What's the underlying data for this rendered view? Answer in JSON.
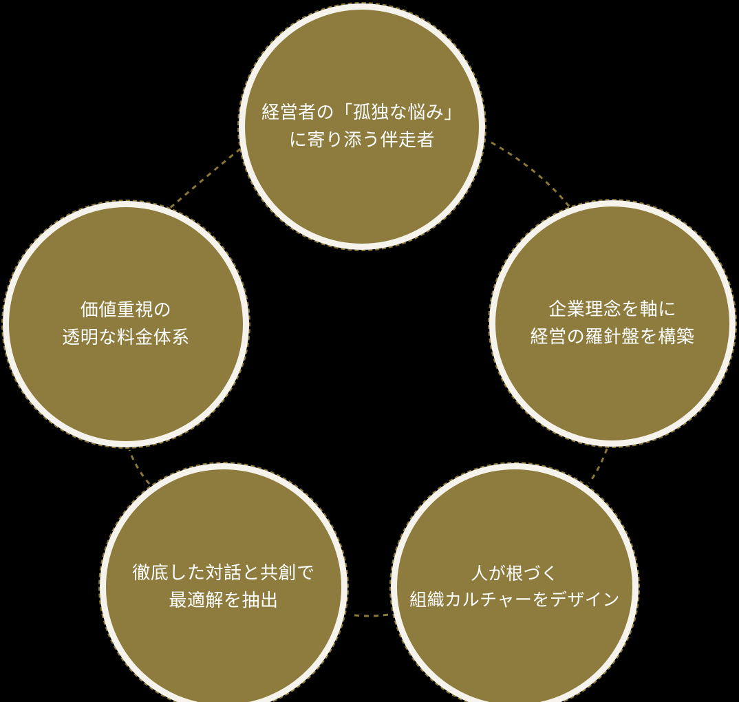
{
  "diagram": {
    "title": "",
    "layout": "pentagon-cycle",
    "colors": {
      "background": "#000000",
      "circle_fill": "#8d7c3d",
      "circle_ring": "#f5f3eb",
      "circle_dash_border": "#8a7836",
      "label_text": "#ffffff",
      "connector": "#8a7836"
    },
    "nodes": [
      {
        "id": "node-top",
        "position": "top",
        "label": "経営者の「孤独な悩み」\nに寄り添う伴走者",
        "line1": "経営者の「孤独な悩み」",
        "line2": "に寄り添う伴走者"
      },
      {
        "id": "node-right",
        "position": "right",
        "label": "企業理念を軸に\n経営の羅針盤を構築",
        "line1": "企業理念を軸に",
        "line2": "経営の羅針盤を構築"
      },
      {
        "id": "node-bottom-right",
        "position": "bottom-right",
        "label": "人が根づく\n組織カルチャーをデザイン",
        "line1": "人が根づく",
        "line2": "組織カルチャーをデザイン"
      },
      {
        "id": "node-bottom-left",
        "position": "bottom-left",
        "label": "徹底した対話と共創で\n最適解を抽出",
        "line1": "徹底した対話と共創で",
        "line2": "最適解を抽出"
      },
      {
        "id": "node-left",
        "position": "left",
        "label": "価値重視の\n透明な料金体系",
        "line1": "価値重視の",
        "line2": "透明な料金体系"
      }
    ],
    "connectors": [
      {
        "from": "node-top",
        "to": "node-right",
        "style": "dashed"
      },
      {
        "from": "node-right",
        "to": "node-bottom-right",
        "style": "dashed"
      },
      {
        "from": "node-bottom-right",
        "to": "node-bottom-left",
        "style": "dashed"
      },
      {
        "from": "node-bottom-left",
        "to": "node-left",
        "style": "dashed"
      },
      {
        "from": "node-left",
        "to": "node-top",
        "style": "dashed"
      }
    ]
  }
}
